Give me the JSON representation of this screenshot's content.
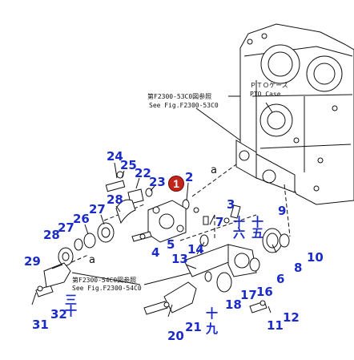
{
  "diagram": {
    "notes": {
      "ptoCaseJa": "ＰＴＯケース",
      "ptoCaseEn": "PTO Case",
      "refUpperJa": "第F2300-53C0図参照",
      "refUpperEn": "See Fig.F2300-53C0",
      "refLowerJa": "第F2300-54C0図参照",
      "refLowerEn": "See Fig.F2300-54C0"
    },
    "markerLetter": "a",
    "highlight": "1",
    "labels": [
      "24",
      "25",
      "22",
      "23",
      "2",
      "28",
      "27",
      "26",
      "3",
      "7",
      "十六",
      "十五",
      "9",
      "28",
      "27",
      "5",
      "4",
      "14",
      "13",
      "8",
      "10",
      "29",
      "6",
      "17",
      "18",
      "十",
      "九",
      "21",
      "20",
      "16",
      "11",
      "12",
      "31",
      "32",
      "三十"
    ],
    "colors": {
      "label": "#1a2bc9",
      "line": "#111111",
      "highlight": "#c0241b"
    }
  }
}
